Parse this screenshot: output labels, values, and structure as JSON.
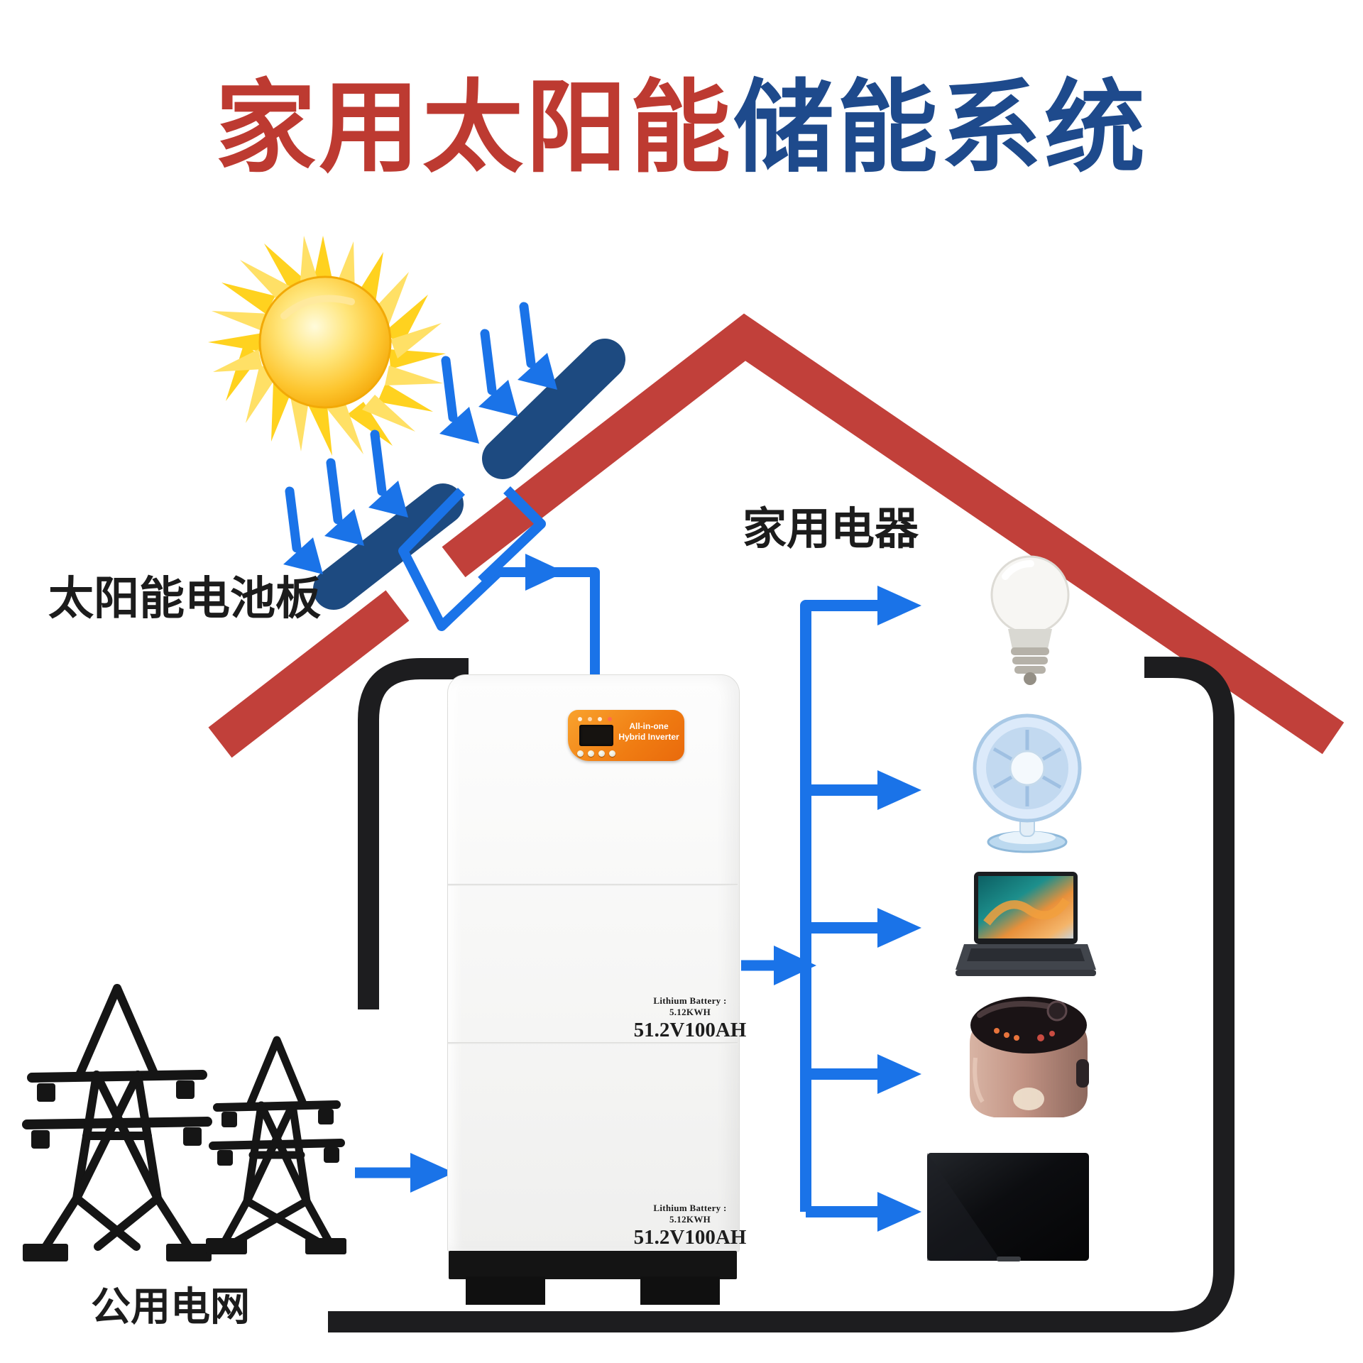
{
  "title": {
    "red": "家用太阳能",
    "blue": "储能系统"
  },
  "labels": {
    "solar_panel": "太阳能电池板",
    "home_appliances": "家用电器",
    "public_grid": "公用电网"
  },
  "inverter_display": {
    "line1": "All-in-one",
    "line2": "Hybrid Inverter"
  },
  "battery_modules": [
    {
      "spec": "Lithium Battery :  5.12KWH",
      "capacity": "51.2V100AH"
    },
    {
      "spec": "Lithium Battery :  5.12KWH",
      "capacity": "51.2V100AH"
    }
  ],
  "appliances": [
    {
      "icon": "light-bulb-icon"
    },
    {
      "icon": "table-fan-icon"
    },
    {
      "icon": "laptop-icon"
    },
    {
      "icon": "rice-cooker-icon"
    },
    {
      "icon": "television-icon"
    }
  ],
  "diagram_nodes": {
    "source_sun": "sun-icon",
    "source_grid": "power-towers-icon",
    "converter": "all-in-one-hybrid-inverter-with-battery-stack",
    "loads": "household-appliances"
  },
  "colors": {
    "title_red": "#bd3a31",
    "title_blue": "#1e4a8c",
    "roof_red": "#c1403a",
    "panel_navy": "#1d4a80",
    "flow_blue": "#1a73e8",
    "sun_yellow": "#ffd21f",
    "inverter_orange": "#f07c12",
    "structure_black": "#1d1d1f"
  }
}
